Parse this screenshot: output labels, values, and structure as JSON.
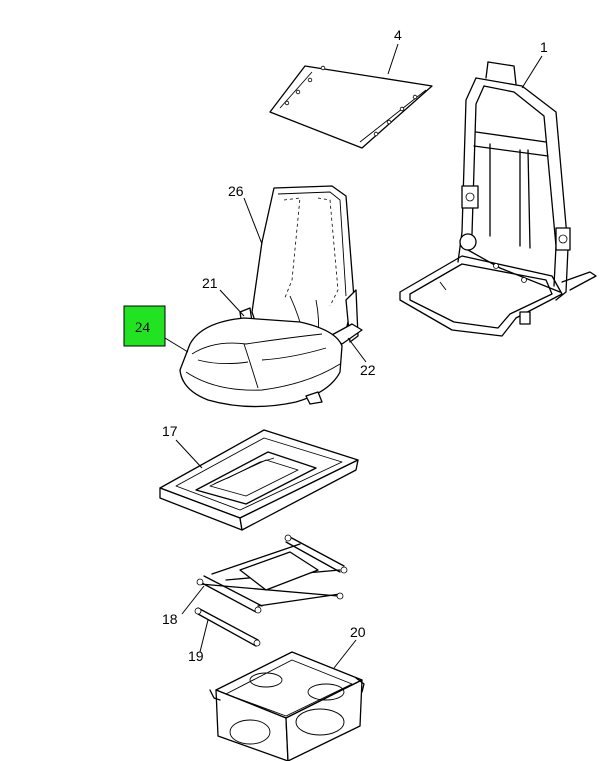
{
  "callouts": {
    "c1": "1",
    "c4": "4",
    "c26": "26",
    "c21": "21",
    "c24": "24",
    "c22": "22",
    "c17": "17",
    "c18": "18",
    "c19": "19",
    "c20": "20"
  },
  "highlight": {
    "part": "24",
    "color": "#22e322"
  }
}
